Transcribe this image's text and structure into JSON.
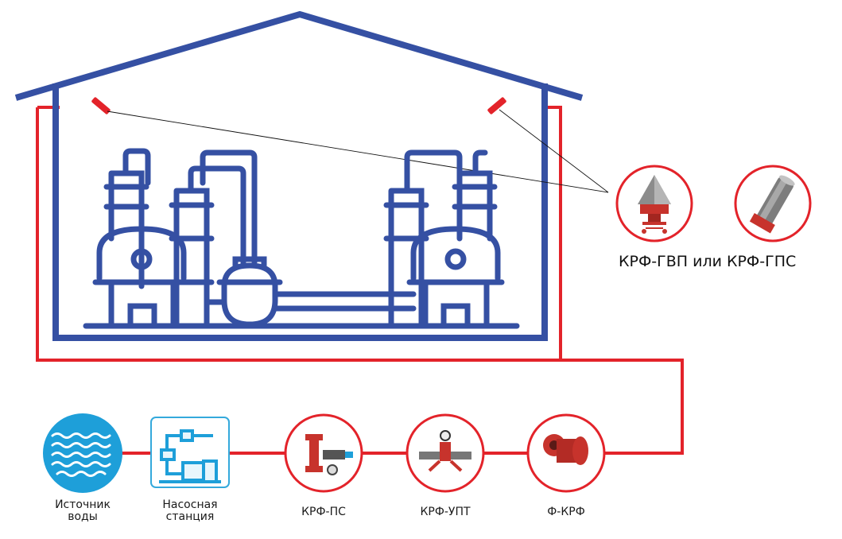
{
  "nodes": {
    "water_source": {
      "label": "Источник\nводы"
    },
    "pump_station": {
      "label": "Насосная\nстанция"
    },
    "krf_ps": {
      "label": "КРФ-ПС"
    },
    "krf_upt": {
      "label": "КРФ-УПТ"
    },
    "f_krf": {
      "label": "Ф-КРФ"
    }
  },
  "sprinklers": {
    "label": "КРФ-ГВП или КРФ-ГПС"
  },
  "colors": {
    "building": "#3550a3",
    "pipe": "#e3232a",
    "water": "#1e9fd9",
    "pump_border": "#34a9dc",
    "product": "#c7332c"
  }
}
